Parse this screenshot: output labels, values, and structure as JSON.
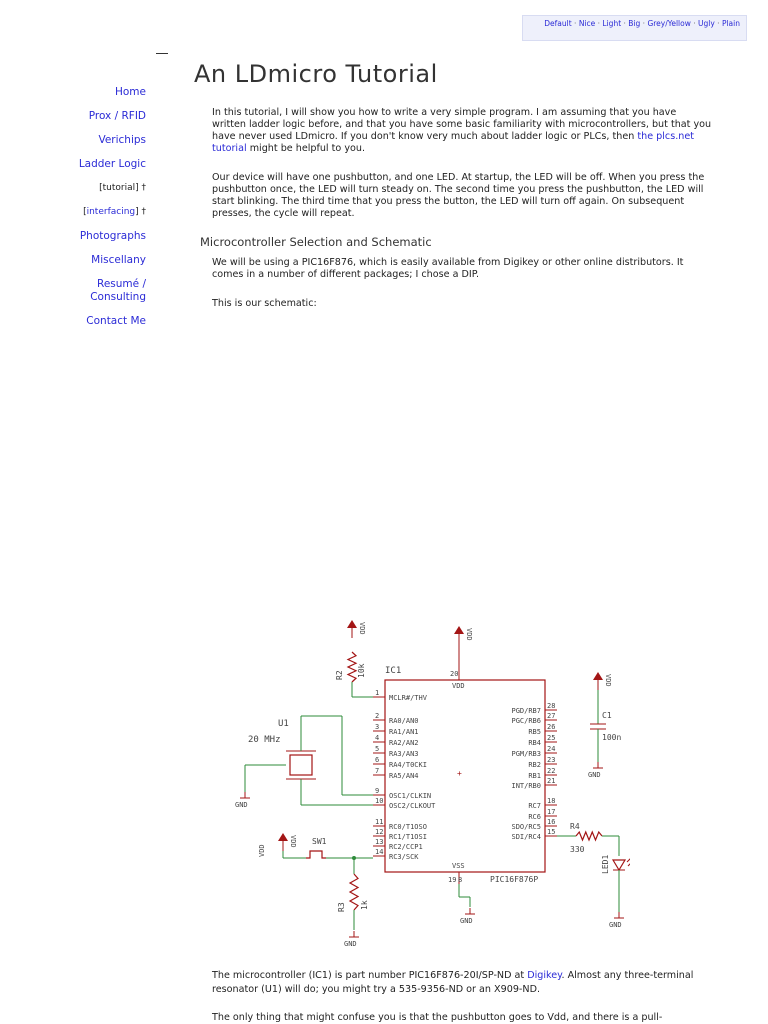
{
  "style_bar": {
    "options": [
      "Default",
      "Nice",
      "Light",
      "Big",
      "Grey/Yellow",
      "Ugly",
      "Plain"
    ],
    "separator": "·"
  },
  "sidebar": {
    "home": "Home",
    "prox": "Prox / RFID",
    "verichips": "Verichips",
    "ladder": "Ladder Logic",
    "tutorial_link": "tutorial",
    "interfacing_link": "interfacing",
    "dagger": "†",
    "photographs": "Photographs",
    "miscellany": "Miscellany",
    "resume_line1": "Resumé /",
    "resume_line2": "Consulting",
    "contact": "Contact Me"
  },
  "page": {
    "title": "An LDmicro Tutorial",
    "intro_before_link": "In this tutorial, I will show you how to write a very simple program. I am assuming that you have written ladder logic before, and that you have some basic familiarity with microcontrollers, but that you have never used LDmicro. If you don't know very much about ladder logic or PLCs, then",
    "intro_link": "the plcs.net tutorial",
    "intro_after_link": "might be helpful to you.",
    "device_paragraph": "Our device will have one pushbutton, and one LED. At startup, the LED will be off. When you press the pushbutton once, the LED will turn steady on. The second time you press the pushbutton, the LED will start blinking. The third time that you press the button, the LED will turn off again. On subsequent presses, the cycle will repeat.",
    "section_heading": "Microcontroller Selection and Schematic",
    "selection_paragraph": "We will be using a PIC16F876, which is easily available from Digikey or other online distributors. It comes in a number of different packages; I chose a DIP.",
    "schematic_intro": "This is our schematic:",
    "part_para_before": "The microcontroller (IC1) is part number PIC16F876-20I/SP-ND at",
    "part_para_link": "Digikey",
    "part_para_after": ". Almost any three-terminal resonator (U1) will do; you might try a 535-9356-ND or an X909-ND.",
    "last_para": "The only thing that might confuse you is that the pushbutton goes to Vdd, and there is a pull-"
  },
  "schematic": {
    "ic_name": "IC1",
    "ic_part": "PIC16F876P",
    "vdd": "VDD",
    "gnd": "GND",
    "vdd_pin_label": "VDD",
    "vss_pin_label": "VSS",
    "left_pins": [
      {
        "num": "1",
        "name": "MCLR#/THV"
      },
      {
        "num": "2",
        "name": "RA0/AN0"
      },
      {
        "num": "3",
        "name": "RA1/AN1"
      },
      {
        "num": "4",
        "name": "RA2/AN2"
      },
      {
        "num": "5",
        "name": "RA3/AN3"
      },
      {
        "num": "6",
        "name": "RA4/T0CKI"
      },
      {
        "num": "7",
        "name": "RA5/AN4"
      },
      {
        "num": "9",
        "name": "OSC1/CLKIN"
      },
      {
        "num": "10",
        "name": "OSC2/CLKOUT"
      },
      {
        "num": "11",
        "name": "RC0/T1OSO"
      },
      {
        "num": "12",
        "name": "RC1/T1OSI"
      },
      {
        "num": "13",
        "name": "RC2/CCP1"
      },
      {
        "num": "14",
        "name": "RC3/SCK"
      }
    ],
    "right_pins": [
      {
        "num": "28",
        "name": "PGD/RB7"
      },
      {
        "num": "27",
        "name": "PGC/RB6"
      },
      {
        "num": "26",
        "name": "RB5"
      },
      {
        "num": "25",
        "name": "RB4"
      },
      {
        "num": "24",
        "name": "PGM/RB3"
      },
      {
        "num": "23",
        "name": "RB2"
      },
      {
        "num": "22",
        "name": "RB1"
      },
      {
        "num": "21",
        "name": "INT/RB0"
      },
      {
        "num": "18",
        "name": "RC7"
      },
      {
        "num": "17",
        "name": "RC6"
      },
      {
        "num": "16",
        "name": "SDO/RC5"
      },
      {
        "num": "15",
        "name": "SDI/RC4"
      }
    ],
    "vdd_pin_num": "20",
    "vss_pin_num_a": "19",
    "vss_pin_num_b": "8",
    "r2_name": "R2",
    "r2_value": "10k",
    "r3_name": "R3",
    "r3_value": "1k",
    "r4_name": "R4",
    "r4_value": "330",
    "c1_name": "C1",
    "c1_value": "100n",
    "u1_name": "U1",
    "u1_value": "20 MHz",
    "sw_name": "SW1",
    "led_name": "LED1"
  }
}
